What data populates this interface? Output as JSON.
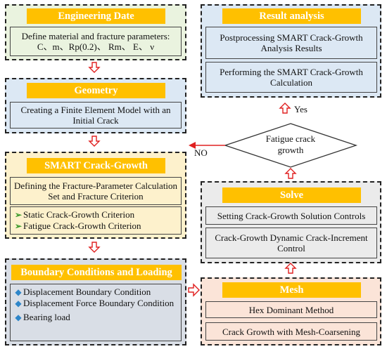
{
  "engineering": {
    "title": "Engineering Date",
    "line1": "Define material and fracture parameters:",
    "line2": "C、m、Rp(0.2)、 Rm、 E、 ν"
  },
  "geometry": {
    "title": "Geometry",
    "text": "Creating a Finite Element Model with an Initial Crack"
  },
  "smart": {
    "title": "SMART Crack-Growth",
    "text": "Defining the Fracture-Parameter Calculation Set and Fracture Criterion",
    "items": [
      "Static Crack-Growth Criterion",
      "Fatigue Crack-Growth Criterion"
    ]
  },
  "boundary": {
    "title": "Boundary Conditions and Loading",
    "items": [
      "Displacement Boundary Condition",
      "Displacement Force Boundary Condition",
      "Bearing load"
    ]
  },
  "result": {
    "title": "Result analysis",
    "text1": "Postprocessing SMART Crack-Growth Analysis Results",
    "text2": "Performing the SMART Crack-Growth Calculation"
  },
  "decision": {
    "text": "Fatigue crack growth",
    "yes": "Yes",
    "no": "NO"
  },
  "solve": {
    "title": "Solve",
    "text1": "Setting Crack-Growth Solution Controls",
    "text2": "Crack-Growth Dynamic Crack-Increment Control"
  },
  "mesh": {
    "title": "Mesh",
    "text1": "Hex Dominant Method",
    "text2": "Crack Growth with Mesh-Coarsening"
  },
  "colors": {
    "green": "#eaf3df",
    "blue": "#dce8f4",
    "yellow": "#fdf1cc",
    "gray": "#d9dee6",
    "pink": "#fbe4d8",
    "lightgray": "#ebebeb",
    "title": "#ffc000",
    "arrow": "#e02020"
  }
}
